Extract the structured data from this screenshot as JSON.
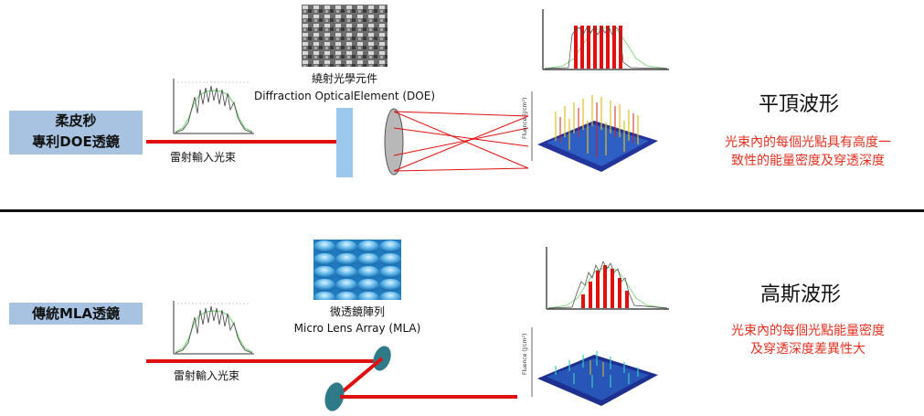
{
  "top": {
    "label_line1": "柔皮秒",
    "label_line2": "專利DOE透鏡",
    "component_cn": "繞射光學元件",
    "component_en": "Diffraction OpticalElement (DOE)",
    "laser_label": "雷射輸入光束",
    "waveform_title": "平頂波形",
    "desc_line1": "光束內的每個光點具有高度一",
    "desc_line2": "致性的能量密度及穿透深度"
  },
  "bottom": {
    "label": "傳統MLA透鏡",
    "component_cn": "微透鏡陣列",
    "component_en": "Micro Lens Array (MLA)",
    "laser_label": "雷射輸入光束",
    "waveform_title": "高斯波形",
    "desc_line1": "光束內的每個光點能量密度",
    "desc_line2": "及穿透深度差異性大"
  },
  "plot_axis_label": "Fluence (J/cm²)",
  "colors": {
    "laser": "#e01010",
    "label_box": "#a8c3e2",
    "desc": "#e53020",
    "doe_plate": "#9cc8ee",
    "mla_lens": "#2f7a88"
  }
}
